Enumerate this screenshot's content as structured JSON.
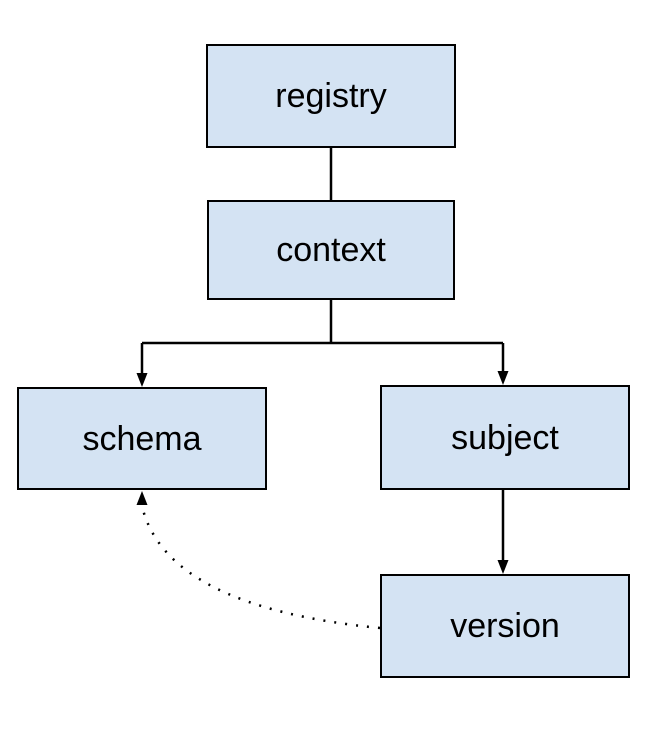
{
  "diagram": {
    "type": "hierarchy",
    "background_color": "#ffffff",
    "colors": {
      "node_fill": "#d4e3f3",
      "node_border": "#000000",
      "connector": "#000000",
      "text": "#000000"
    },
    "nodes": {
      "registry": {
        "label": "registry"
      },
      "context": {
        "label": "context"
      },
      "schema": {
        "label": "schema"
      },
      "subject": {
        "label": "subject"
      },
      "version": {
        "label": "version"
      }
    },
    "edges": [
      {
        "from": "registry",
        "to": "context",
        "style": "solid",
        "arrowhead": "none"
      },
      {
        "from": "context",
        "to": "schema",
        "style": "solid",
        "arrowhead": "target"
      },
      {
        "from": "context",
        "to": "subject",
        "style": "solid",
        "arrowhead": "target"
      },
      {
        "from": "subject",
        "to": "version",
        "style": "solid",
        "arrowhead": "target"
      },
      {
        "from": "version",
        "to": "schema",
        "style": "dotted",
        "arrowhead": "target"
      }
    ]
  }
}
